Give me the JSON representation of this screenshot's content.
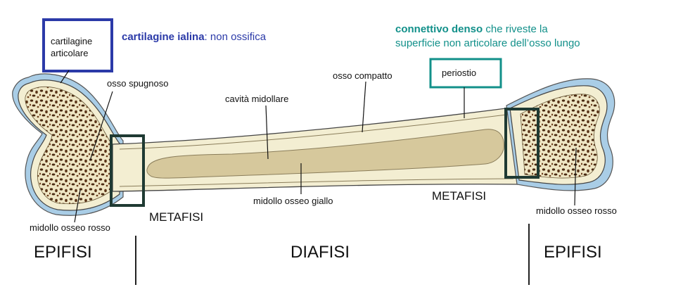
{
  "labels": {
    "cartilagine_articolare_line1": "cartilagine",
    "cartilagine_articolare_line2": "articolare",
    "cartilagine_ialina_bold": "cartilagine ialina",
    "cartilagine_ialina_rest": ": non ossifica",
    "connettivo_bold": "connettivo denso",
    "connettivo_rest": " che riveste la",
    "connettivo_line2": "superficie non articolare dell’osso lungo",
    "periostio": "periostio",
    "osso_spugnoso": "osso spugnoso",
    "osso_compatto": "osso compatto",
    "cavita_midollare": "cavità midollare",
    "midollo_giallo": "midollo osseo giallo",
    "midollo_rosso_left": "midollo osseo rosso",
    "midollo_rosso_right": "midollo osseo rosso",
    "metafisi_left": "METAFISI",
    "metafisi_right": "METAFISI",
    "epifisi_left": "EPIFISI",
    "diafisi": "DIAFISI",
    "epifisi_right": "EPIFISI"
  },
  "colors": {
    "blue_box": "#2b3aa8",
    "teal_box": "#12908a",
    "dark_box": "#1f3a33",
    "cartilage": "#a9cde6",
    "bone": "#f3eed2",
    "marrow_yellow": "#d6c89c",
    "spongy_dots": "#4a2a12"
  }
}
